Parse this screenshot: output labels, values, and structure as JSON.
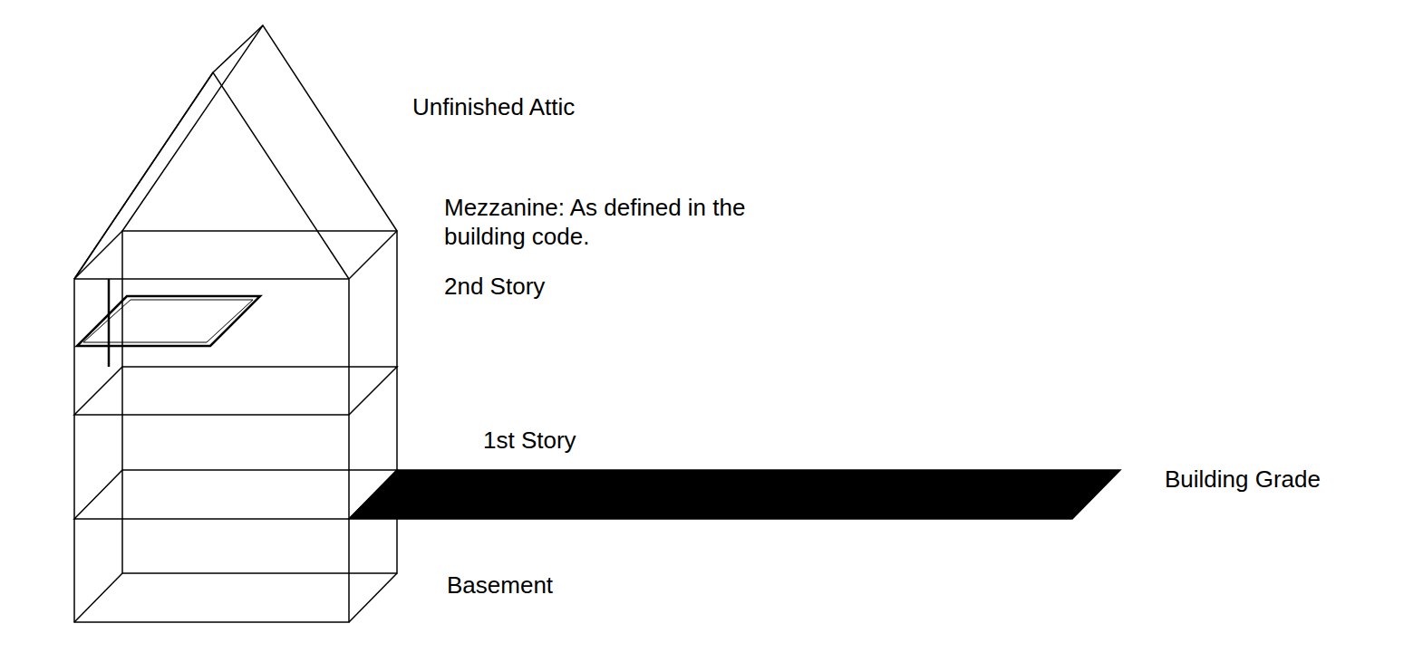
{
  "diagram": {
    "labels": [
      "Unfinished Attic",
      "Mezzanine: As defined in the building code.",
      "2nd Story",
      "1st Story",
      "Building Grade",
      "Basement"
    ]
  }
}
